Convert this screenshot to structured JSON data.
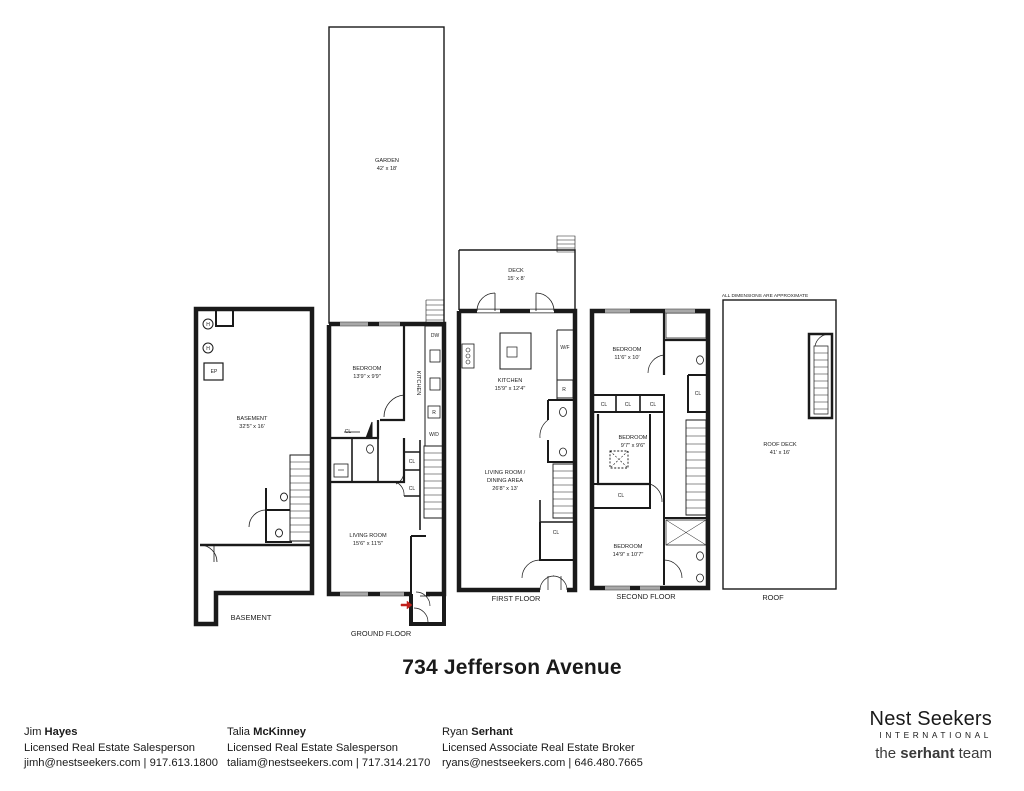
{
  "property": {
    "address": "734 Jefferson Avenue"
  },
  "plan": {
    "note": "ALL DIMENSIONS ARE APPROXIMATE",
    "floors": {
      "basement": "BASEMENT",
      "ground": "GROUND FLOOR",
      "first": "FIRST FLOOR",
      "second": "SECOND FLOOR",
      "roof": "ROOF"
    },
    "rooms": {
      "basement": {
        "name": "BASEMENT",
        "dim": "32'5\" x 16'"
      },
      "garden": {
        "name": "GARDEN",
        "dim": "42' x 18'"
      },
      "ground_bedroom": {
        "name": "BEDROOM",
        "dim": "13'9\" x 9'9\""
      },
      "ground_kitchen": {
        "name": "KITCHEN"
      },
      "ground_living": {
        "name": "LIVING ROOM",
        "dim": "15'6\" x 11'5\""
      },
      "deck": {
        "name": "DECK",
        "dim": "15' x 8'"
      },
      "first_kitchen": {
        "name": "KITCHEN",
        "dim": "15'9\" x 12'4\""
      },
      "first_living": {
        "line1": "LIVING ROOM /",
        "line2": "DINING AREA",
        "dim": "26'8\" x 13'"
      },
      "bed_a": {
        "name": "BEDROOM",
        "dim": "11'6\" x 10'"
      },
      "bed_b": {
        "name": "BEDROOM",
        "dim": "9'7\" x 9'6\""
      },
      "bed_c": {
        "name": "BEDROOM",
        "dim": "14'9\" x 10'7\""
      },
      "roof_deck": {
        "name": "ROOF DECK",
        "dim": "41' x 16'"
      }
    },
    "fixtures": {
      "h": "H",
      "ep": "EP",
      "cl": "CL",
      "dw": "DW",
      "r": "R",
      "wd": "W/D",
      "wf": "W/F"
    }
  },
  "agents": [
    {
      "first": "Jim",
      "last": "Hayes",
      "title": "Licensed Real Estate Salesperson",
      "email": "jimh@nestseekers.com",
      "phone": "917.613.1800"
    },
    {
      "first": "Talia",
      "last": "McKinney",
      "title": "Licensed Real Estate Salesperson",
      "email": "taliam@nestseekers.com",
      "phone": "717.314.2170"
    },
    {
      "first": "Ryan",
      "last": "Serhant",
      "title": "Licensed Associate Real Estate Broker",
      "email": "ryans@nestseekers.com",
      "phone": "646.480.7665"
    }
  ],
  "separator": "|",
  "brand": {
    "line1": "Nest Seekers",
    "line2": "INTERNATIONAL",
    "team_pre": "the",
    "team_bold": "serhant",
    "team_post": "team"
  },
  "colors": {
    "wall": "#1a1a1a",
    "entry_arrow": "#c0201c"
  }
}
